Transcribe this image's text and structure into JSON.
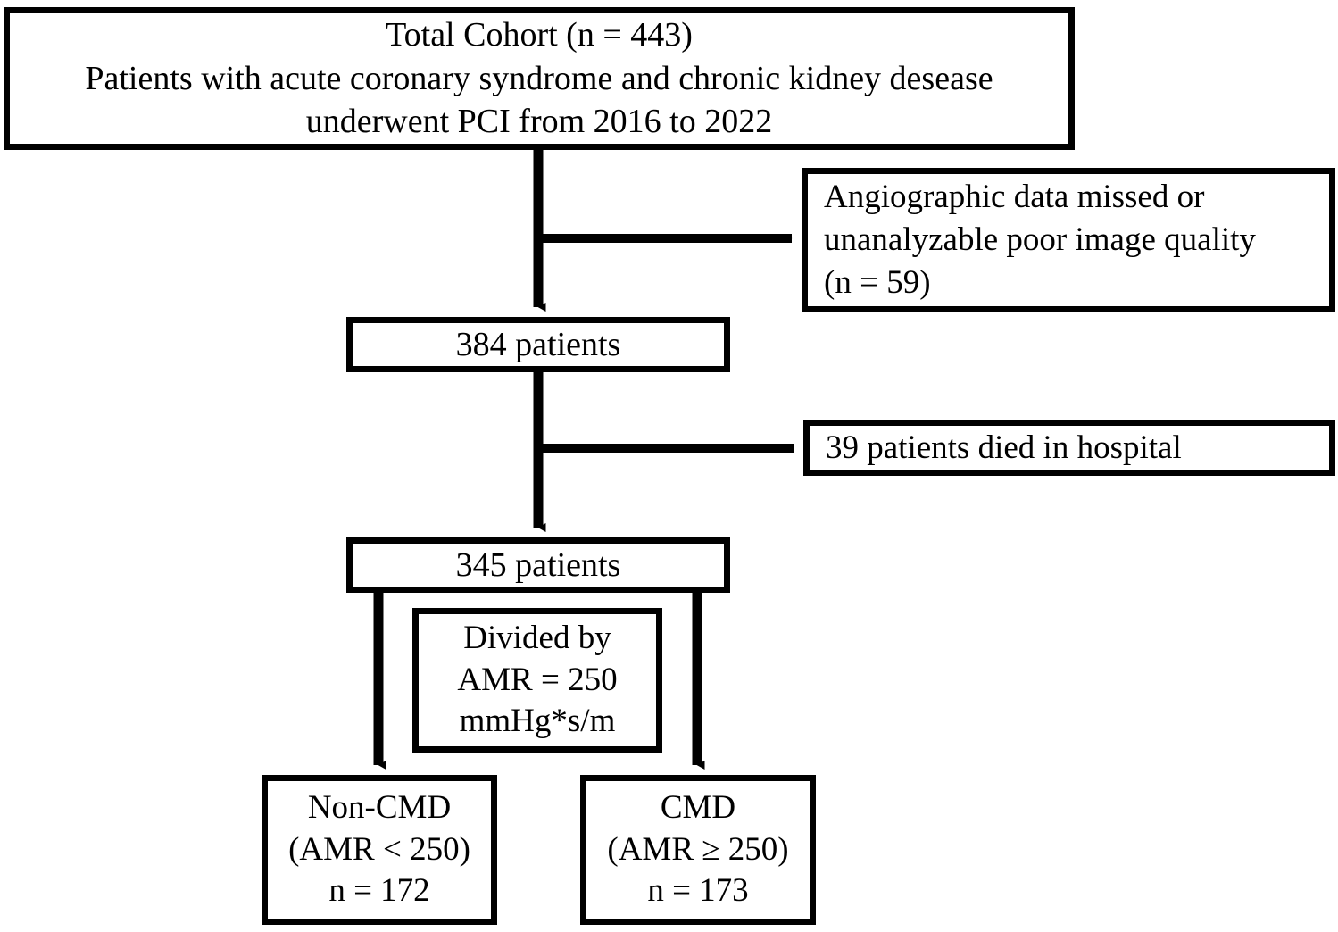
{
  "chart_data": {
    "type": "diagram",
    "diagram_kind": "patient-flow-consort",
    "title": "",
    "nodes": [
      {
        "id": "total_cohort",
        "lines": [
          "Total Cohort (n = 443)",
          "Patients with acute coronary syndrome and chronic kidney desease",
          "underwent PCI from 2016 to 2022"
        ],
        "count": 443,
        "align": "center"
      },
      {
        "id": "excluded_angio",
        "lines": [
          "Angiographic data missed or",
          "unanalyzable poor image quality",
          "(n = 59)"
        ],
        "count": 59,
        "align": "left"
      },
      {
        "id": "patients_384",
        "lines": [
          "384 patients"
        ],
        "count": 384,
        "align": "center"
      },
      {
        "id": "excluded_died",
        "lines": [
          "39 patients died in hospital"
        ],
        "count": 39,
        "align": "left"
      },
      {
        "id": "patients_345",
        "lines": [
          "345 patients"
        ],
        "count": 345,
        "align": "center"
      },
      {
        "id": "divided_by",
        "lines": [
          "Divided by",
          "AMR = 250",
          "mmHg*s/m"
        ],
        "threshold": 250,
        "units": "mmHg*s/m",
        "align": "center"
      },
      {
        "id": "non_cmd",
        "lines": [
          "Non-CMD",
          "(AMR < 250)",
          "n = 172"
        ],
        "count": 172,
        "align": "center"
      },
      {
        "id": "cmd",
        "lines": [
          "CMD",
          "(AMR ≥ 250)",
          "n = 173"
        ],
        "count": 173,
        "align": "center"
      }
    ],
    "edges": [
      {
        "from": "total_cohort",
        "to": "patients_384",
        "kind": "vertical-arrow"
      },
      {
        "from": "total_cohort",
        "to": "excluded_angio",
        "kind": "branch-right-arrow"
      },
      {
        "from": "patients_384",
        "to": "patients_345",
        "kind": "vertical-arrow"
      },
      {
        "from": "patients_384",
        "to": "excluded_died",
        "kind": "branch-right-arrow"
      },
      {
        "from": "patients_345",
        "to": "non_cmd",
        "kind": "vertical-arrow"
      },
      {
        "from": "patients_345",
        "to": "cmd",
        "kind": "vertical-arrow"
      }
    ],
    "colors": {
      "stroke": "#000000",
      "fill": "#ffffff",
      "text": "#000000"
    }
  },
  "diagram": {
    "total_cohort": {
      "line1": "Total Cohort (n = 443)",
      "line2": "Patients with acute coronary syndrome and chronic kidney desease",
      "line3": "underwent PCI from 2016 to 2022"
    },
    "excluded_angio": {
      "line1": "Angiographic data missed or",
      "line2": "unanalyzable poor image quality",
      "line3": "(n = 59)"
    },
    "patients_384": {
      "line1": "384 patients"
    },
    "excluded_died": {
      "line1": "39 patients died in hospital"
    },
    "patients_345": {
      "line1": "345 patients"
    },
    "divided_by": {
      "line1": "Divided by",
      "line2": "AMR = 250",
      "line3": "mmHg*s/m"
    },
    "non_cmd": {
      "line1": "Non-CMD",
      "line2": "(AMR < 250)",
      "line3": "n = 172"
    },
    "cmd": {
      "line1": "CMD",
      "line2": "(AMR ≥ 250)",
      "line3": "n = 173"
    }
  }
}
